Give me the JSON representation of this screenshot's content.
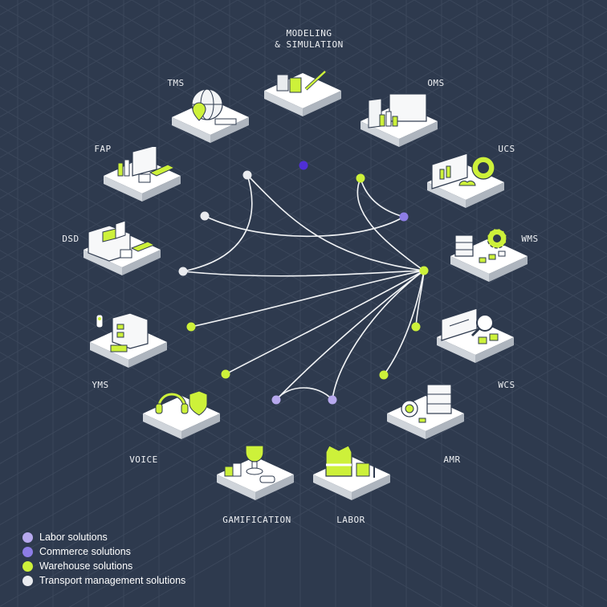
{
  "colors": {
    "background": "#2e3a4e",
    "grid": "#3b475b",
    "line": "#f2f4f6",
    "labor": "#b7a9ee",
    "commerce": "#8d7de6",
    "warehouse": "#cdf13a",
    "transport": "#e9ebef",
    "modeling": "#4f2fd6"
  },
  "nodes": [
    {
      "id": "modeling",
      "label": "MODELING\n& SIMULATION"
    },
    {
      "id": "oms",
      "label": "OMS"
    },
    {
      "id": "ucs",
      "label": "UCS"
    },
    {
      "id": "wms",
      "label": "WMS"
    },
    {
      "id": "wcs",
      "label": "WCS"
    },
    {
      "id": "amr",
      "label": "AMR"
    },
    {
      "id": "labor",
      "label": "LABOR"
    },
    {
      "id": "gamification",
      "label": "GAMIFICATION"
    },
    {
      "id": "voice",
      "label": "VOICE"
    },
    {
      "id": "yms",
      "label": "YMS"
    },
    {
      "id": "dsd",
      "label": "DSD"
    },
    {
      "id": "fap",
      "label": "FAP"
    },
    {
      "id": "tms",
      "label": "TMS"
    }
  ],
  "legend": [
    {
      "label": "Labor solutions",
      "color": "#b7a9ee"
    },
    {
      "label": "Commerce solutions",
      "color": "#8d7de6"
    },
    {
      "label": "Warehouse solutions",
      "color": "#cdf13a"
    },
    {
      "label": "Transport management solutions",
      "color": "#e9ebef"
    }
  ],
  "dot_categories": {
    "modeling": "modeling",
    "oms": "warehouse",
    "ucs": "commerce",
    "wms": "warehouse",
    "wcs": "warehouse",
    "amr": "warehouse",
    "labor": "labor",
    "gamification": "labor",
    "voice": "warehouse",
    "yms": "warehouse",
    "dsd": "transport",
    "fap": "transport",
    "tms": "transport"
  }
}
